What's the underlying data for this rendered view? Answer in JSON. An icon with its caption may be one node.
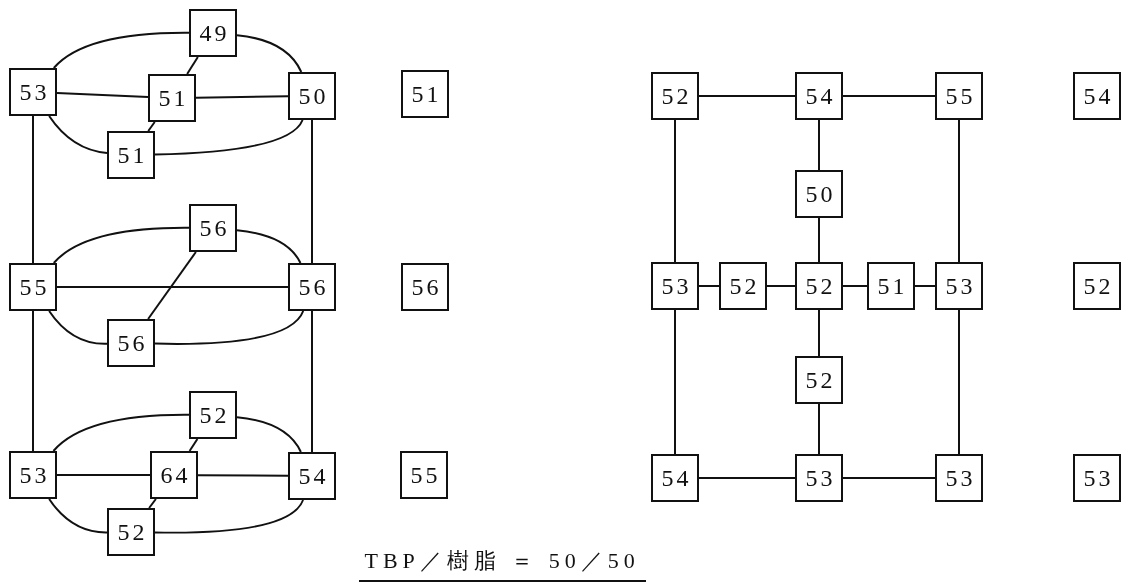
{
  "diagram": {
    "caption": "TBP／樹脂 ＝ 50／50",
    "nodes": [
      {
        "text": [
          "49"
        ]
      },
      {
        "text": [
          "53"
        ]
      },
      {
        "text": [
          "51"
        ]
      },
      {
        "text": [
          "50"
        ]
      },
      {
        "text": [
          "51"
        ]
      },
      {
        "text": [
          "51"
        ]
      },
      {
        "text": [
          "56"
        ]
      },
      {
        "text": [
          "55"
        ]
      },
      {
        "text": [
          "56"
        ]
      },
      {
        "text": [
          "56"
        ]
      },
      {
        "text": [
          "56"
        ]
      },
      {
        "text": [
          "52"
        ]
      },
      {
        "text": [
          "53"
        ]
      },
      {
        "text": [
          "64"
        ]
      },
      {
        "text": [
          "54"
        ]
      },
      {
        "text": [
          "55"
        ]
      },
      {
        "text": [
          "52"
        ]
      },
      {
        "text": [
          "52"
        ]
      },
      {
        "text": [
          "54"
        ]
      },
      {
        "text": [
          "55"
        ]
      },
      {
        "text": [
          "54"
        ]
      },
      {
        "text": [
          "50"
        ]
      },
      {
        "text": [
          "53"
        ]
      },
      {
        "text": [
          "52"
        ]
      },
      {
        "text": [
          "52"
        ]
      },
      {
        "text": [
          "51"
        ]
      },
      {
        "text": [
          "53"
        ]
      },
      {
        "text": [
          "52"
        ]
      },
      {
        "text": [
          "52"
        ]
      },
      {
        "text": [
          "54"
        ]
      },
      {
        "text": [
          "53"
        ]
      },
      {
        "text": [
          "53"
        ]
      },
      {
        "text": [
          "53"
        ]
      }
    ],
    "edges": [
      {
        "from": 1,
        "to": 2,
        "arrow": "none"
      },
      {
        "from": 2,
        "to": 3,
        "arrow": "none"
      },
      {
        "from": 0,
        "to": 2,
        "arrow": "none"
      },
      {
        "from": 2,
        "to": 5,
        "arrow": "none"
      },
      {
        "from": 1,
        "to": 0,
        "arrow": "none"
      },
      {
        "from": 0,
        "to": 3,
        "arrow": "none"
      },
      {
        "from": 1,
        "to": 5,
        "arrow": "none"
      },
      {
        "from": 5,
        "to": 3,
        "arrow": "none"
      },
      {
        "from": 1,
        "to": 7,
        "arrow": "none"
      },
      {
        "from": 3,
        "to": 8,
        "arrow": "none"
      },
      {
        "from": 7,
        "to": 8,
        "arrow": "none"
      },
      {
        "from": 6,
        "to": 10,
        "arrow": "none"
      },
      {
        "from": 7,
        "to": 6,
        "arrow": "none"
      },
      {
        "from": 6,
        "to": 8,
        "arrow": "none"
      },
      {
        "from": 7,
        "to": 10,
        "arrow": "none"
      },
      {
        "from": 10,
        "to": 8,
        "arrow": "none"
      },
      {
        "from": 7,
        "to": 12,
        "arrow": "none"
      },
      {
        "from": 8,
        "to": 14,
        "arrow": "none"
      },
      {
        "from": 12,
        "to": 13,
        "arrow": "none"
      },
      {
        "from": 13,
        "to": 14,
        "arrow": "none"
      },
      {
        "from": 11,
        "to": 13,
        "arrow": "none"
      },
      {
        "from": 13,
        "to": 16,
        "arrow": "none"
      },
      {
        "from": 12,
        "to": 11,
        "arrow": "none"
      },
      {
        "from": 11,
        "to": 14,
        "arrow": "none"
      },
      {
        "from": 12,
        "to": 16,
        "arrow": "none"
      },
      {
        "from": 16,
        "to": 14,
        "arrow": "none"
      },
      {
        "from": 17,
        "to": 18,
        "arrow": "none"
      },
      {
        "from": 18,
        "to": 19,
        "arrow": "none"
      },
      {
        "from": 18,
        "to": 21,
        "arrow": "none"
      },
      {
        "from": 21,
        "to": 24,
        "arrow": "none"
      },
      {
        "from": 17,
        "to": 22,
        "arrow": "none"
      },
      {
        "from": 19,
        "to": 26,
        "arrow": "none"
      },
      {
        "from": 22,
        "to": 23,
        "arrow": "none"
      },
      {
        "from": 23,
        "to": 24,
        "arrow": "none"
      },
      {
        "from": 24,
        "to": 25,
        "arrow": "none"
      },
      {
        "from": 25,
        "to": 26,
        "arrow": "none"
      },
      {
        "from": 24,
        "to": 28,
        "arrow": "none"
      },
      {
        "from": 28,
        "to": 30,
        "arrow": "none"
      },
      {
        "from": 22,
        "to": 29,
        "arrow": "none"
      },
      {
        "from": 26,
        "to": 31,
        "arrow": "none"
      },
      {
        "from": 29,
        "to": 30,
        "arrow": "none"
      },
      {
        "from": 30,
        "to": 31,
        "arrow": "none"
      }
    ]
  }
}
